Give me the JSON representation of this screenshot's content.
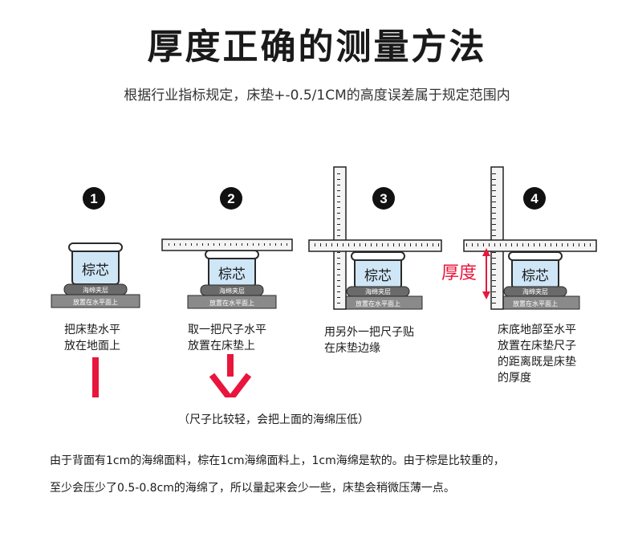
{
  "title": "厚度正确的测量方法",
  "subtitle": "根据行业指标规定，床垫+-0.5/1CM的高度误差属于规定范围内",
  "steps": [
    {
      "number": "1",
      "caption_line1": "把床垫水平",
      "caption_line2": "放在地面上",
      "caption_line3": ""
    },
    {
      "number": "2",
      "caption_line1": "取一把尺子水平",
      "caption_line2": "放置在床垫上",
      "caption_line3": ""
    },
    {
      "number": "3",
      "caption_line1": "用另外一把尺子贴",
      "caption_line2": "在床垫边缘",
      "caption_line3": ""
    },
    {
      "number": "4",
      "caption_line1": "床底地部至水平",
      "caption_line2": "放置在床垫尺子",
      "caption_line3": "的距离既是床垫",
      "caption_line4": "的厚度"
    }
  ],
  "mattress": {
    "core_label": "棕芯",
    "sponge_label": "海绵夹层",
    "base_label": "放置在水平面上"
  },
  "thickness_label": "厚度",
  "note": "（尺子比较轻，会把上面的海绵压低）",
  "description_line1": "由于背面有1cm的海绵面料，棕在1cm海绵面料上，1cm海绵是软的。由于棕是比较重的，",
  "description_line2": "至少会压少了0.5-0.8cm的海绵了，所以量起来会少一些，床垫会稍微压薄一点。",
  "colors": {
    "arrow": "#e8163c",
    "core_fill": "#cfe6f7",
    "core_stroke": "#2a2a2a",
    "sponge_fill": "#6a6a6a",
    "base_fill": "#8a8a8a",
    "ruler_fill": "#f4f4f4",
    "thickness_text": "#e8163c"
  }
}
